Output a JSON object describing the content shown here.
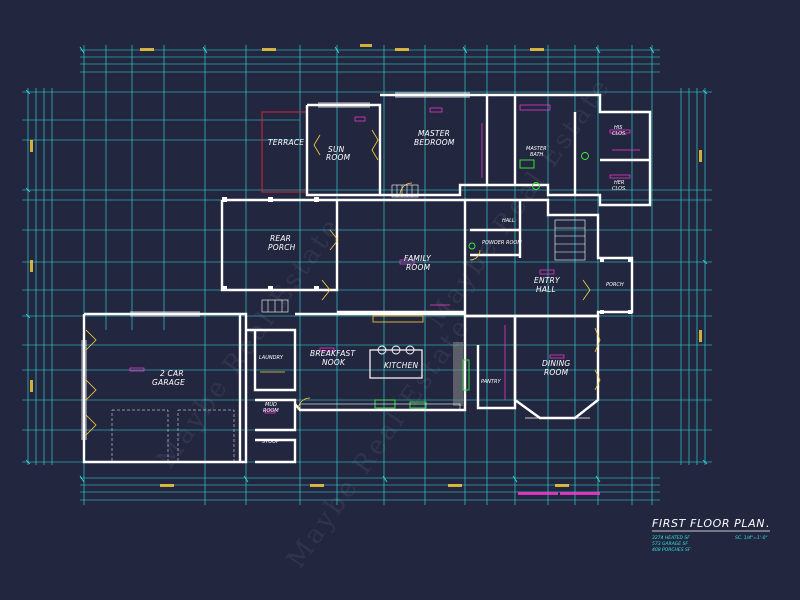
{
  "plan": {
    "title": "FIRST FLOOR PLAN",
    "area_lines": [
      "3274 HEATED SF",
      "573 GARAGE SF",
      "408 PORCHES SF"
    ],
    "scale": "SC. 1/4\"=1'-0\"",
    "rooms": {
      "terrace": "TERRACE",
      "sun_room": [
        "SUN",
        "ROOM"
      ],
      "master_bedroom": [
        "MASTER",
        "BEDROOM"
      ],
      "master_bath": [
        "MASTER",
        "BATH"
      ],
      "his_closet": [
        "HIS",
        "CLOS."
      ],
      "her_closet": [
        "HER",
        "CLOS."
      ],
      "hall": "HALL",
      "powder_room": "POWDER ROOM",
      "rear_porch": [
        "REAR",
        "PORCH"
      ],
      "family_room": [
        "FAMILY",
        "ROOM"
      ],
      "entry_hall": [
        "ENTRY",
        "HALL"
      ],
      "porch": "PORCH",
      "garage": [
        "2 CAR",
        "GARAGE"
      ],
      "laundry": "LAUNDRY",
      "breakfast_nook": [
        "BREAKFAST",
        "NOOK"
      ],
      "kitchen": "KITCHEN",
      "pantry": "PANTRY",
      "dining_room": [
        "DINING",
        "ROOM"
      ],
      "mud_room": [
        "MUD",
        "ROOM"
      ],
      "stoop": "STOOP"
    },
    "watermark": "Maybe Real Estate"
  },
  "colors": {
    "background": "#23263f",
    "walls": "#ffffff",
    "dimensions": "#2ee6e6",
    "annotations": "#ff3bd4",
    "fixtures": "#ffd23a",
    "accents": "#3cf03c",
    "terrace_edge": "#d8243c"
  }
}
